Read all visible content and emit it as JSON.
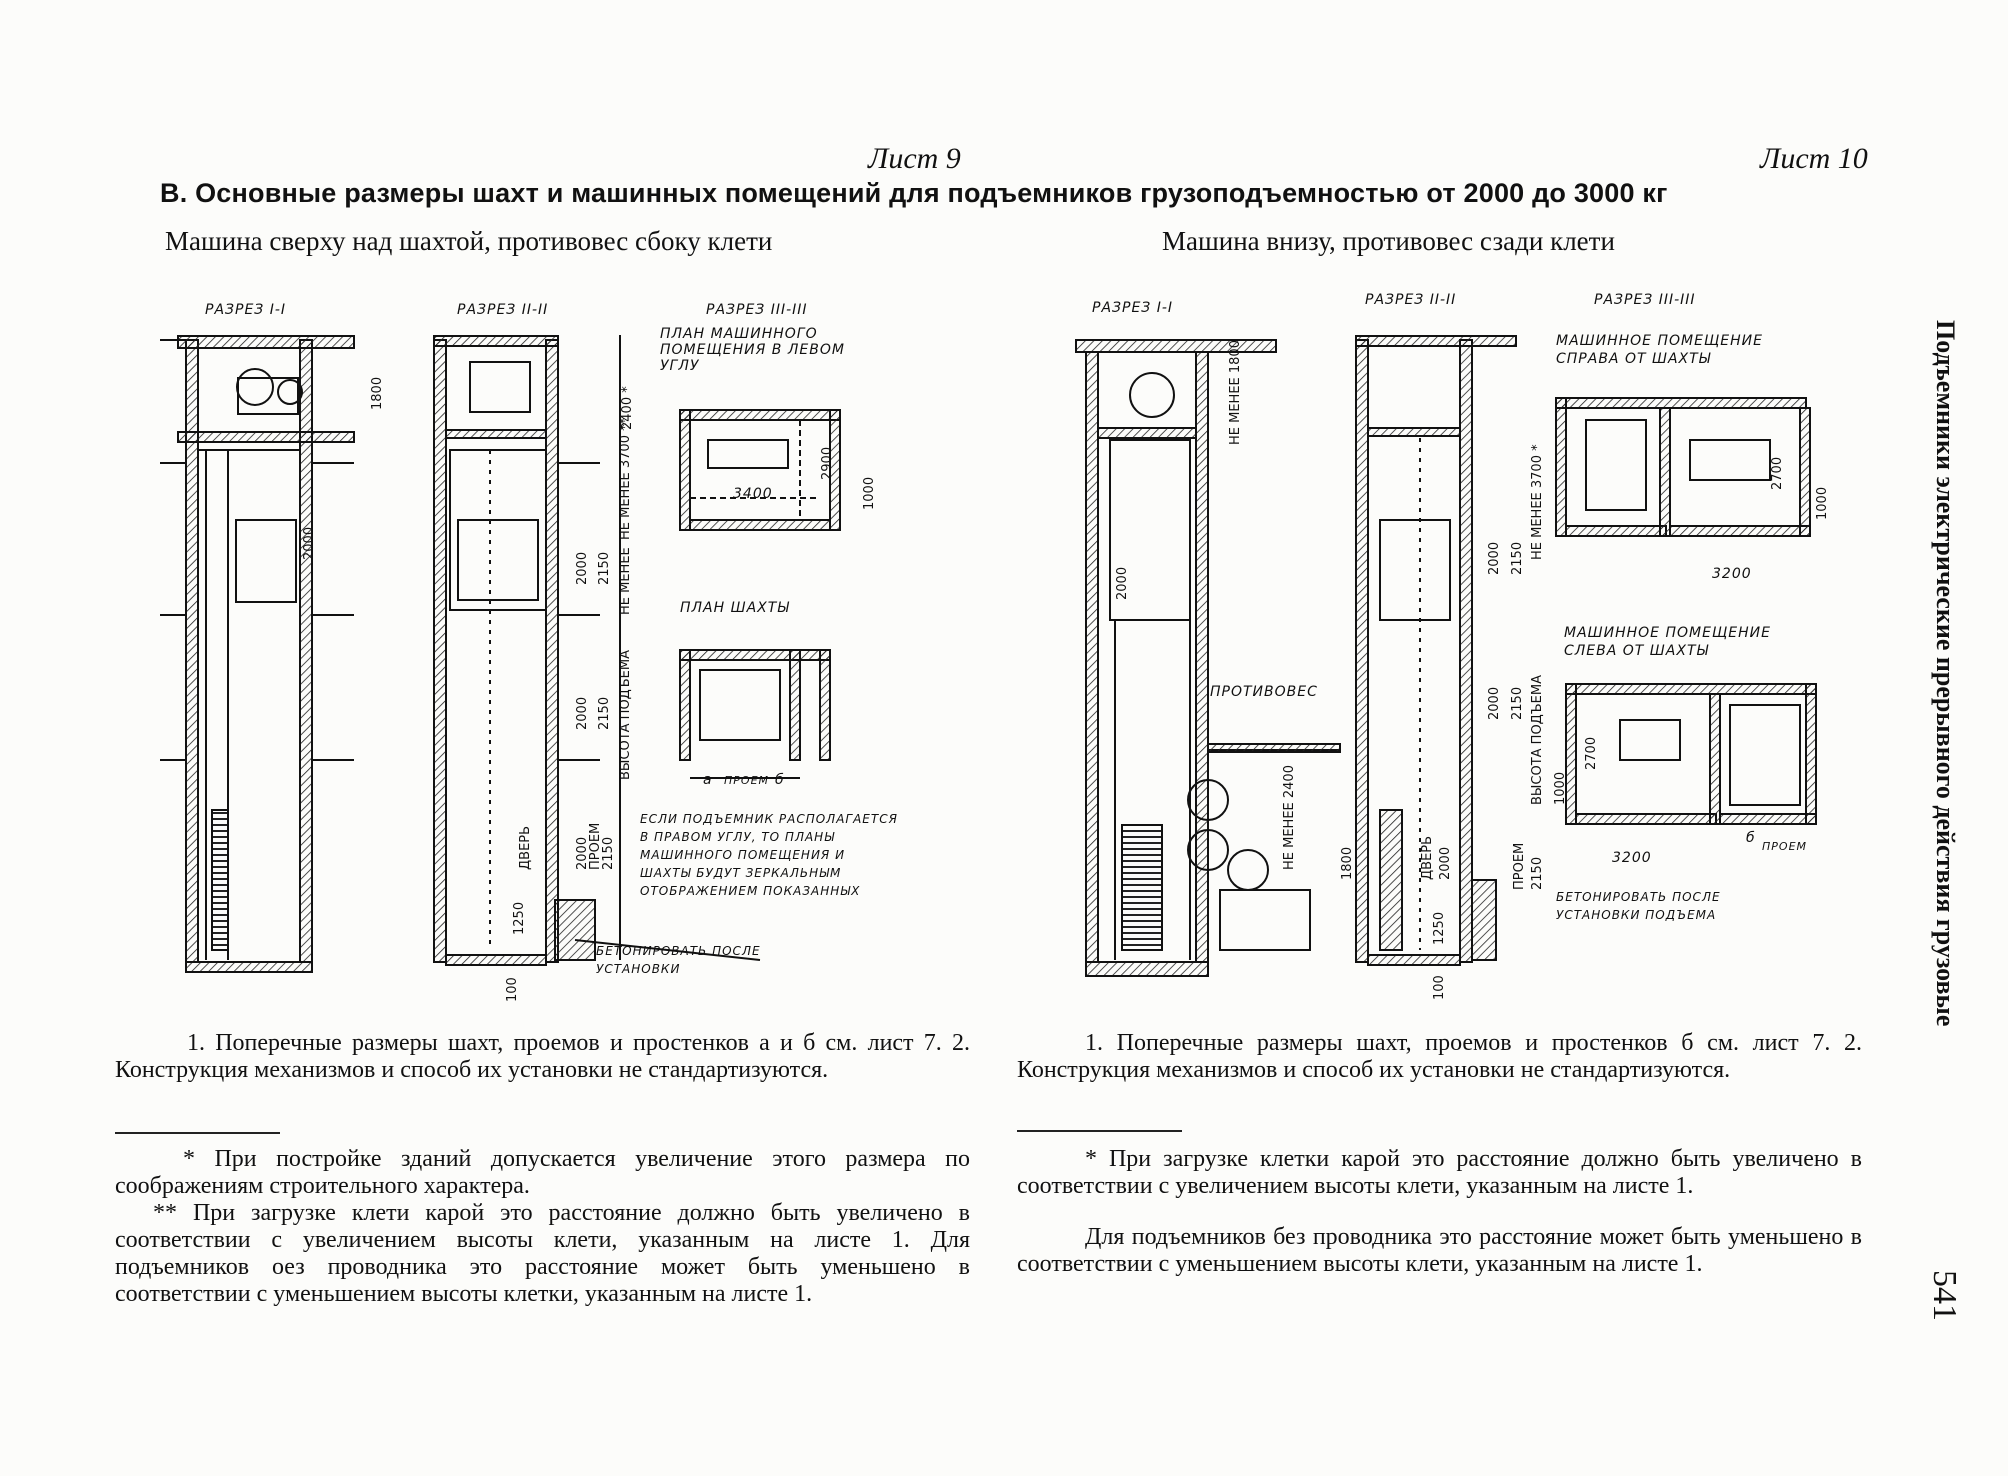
{
  "header": {
    "sheet_left": "Лист 9",
    "sheet_right": "Лист 10",
    "title": "В. Основные размеры шахт и машинных помещений для подъемников грузоподъемностью от 2000 до 3000 кг",
    "subtitle_left": "Машина сверху над шахтой, противовес сбоку клети",
    "subtitle_right": "Машина внизу, противовес сзади клети"
  },
  "side_title": "Подъемники электрические прерывного действия грузовые",
  "page_number": "541",
  "left_drawing": {
    "section_1": "РАЗРЕЗ I-I",
    "section_2": "РАЗРЕЗ II-II",
    "section_3": "РАЗРЕЗ III-III",
    "machine_plan_note": "ПЛАН МАШИННОГО ПОМЕЩЕНИЯ В ЛЕВОМ УГЛУ",
    "shaft_plan": "ПЛАН ШАХТЫ",
    "mirror_note": "ЕСЛИ ПОДЪЕМНИК РАСПОЛАГАЕТСЯ В ПРАВОМ УГЛУ, ТО ПЛАНЫ МАШИННОГО ПОМЕЩЕНИЯ И ШАХТЫ БУДУТ ЗЕРКАЛЬНЫМ ОТОБРАЖЕНИЕМ ПОКАЗАННЫХ",
    "concrete_note": "БЕТОНИРОВАТЬ ПОСЛЕ УСТАНОВКИ",
    "dims": {
      "d1800": "1800",
      "d2400": "2400 *",
      "d2000a": "2000",
      "min3700": "НЕ МЕНЕЕ 3700 **",
      "d2000b": "2000",
      "d2150a": "2150",
      "min_b": "НЕ МЕНЕЕ",
      "d2000c": "2000",
      "d2150b": "2150",
      "lift_height": "ВЫСОТА ПОДЪЕМА",
      "door": "ДВЕРЬ",
      "d2000d": "2000",
      "opening": "ПРОЕМ",
      "d2150c": "2150",
      "d1250": "1250",
      "d100": "100",
      "d3400": "3400",
      "d2900": "2900",
      "d1000": "1000",
      "a": "а",
      "b": "б",
      "opening_plan": "ПРОЕМ"
    }
  },
  "right_drawing": {
    "section_1": "РАЗРЕЗ I-I",
    "section_2": "РАЗРЕЗ II-II",
    "section_3": "РАЗРЕЗ III-III",
    "machine_right": "МАШИННОЕ ПОМЕЩЕНИЕ СПРАВА ОТ ШАХТЫ",
    "machine_left": "МАШИННОЕ ПОМЕЩЕНИЕ СЛЕВА ОТ ШАХТЫ",
    "counterweight": "ПРОТИВОВЕС",
    "concrete_note": "БЕТОНИРОВАТЬ ПОСЛЕ УСТАНОВКИ ПОДЪЕМА",
    "dims": {
      "min1800": "НЕ МЕНЕЕ 1800",
      "d2000a": "2000",
      "d2000b": "2000",
      "d2150a": "2150",
      "min3700": "НЕ МЕНЕЕ 3700 *",
      "d2000c": "2000",
      "d2150b": "2150",
      "lift_height": "ВЫСОТА ПОДЪЕМА",
      "d1000": "1000",
      "min2400": "НЕ МЕНЕЕ 2400",
      "d1800": "1800",
      "door": "ДВЕРЬ",
      "d2000d": "2000",
      "opening": "ПРОЕМ",
      "d2150c": "2150",
      "d1250": "1250",
      "d100": "100",
      "d2700a": "2700",
      "d1000b": "1000",
      "d3200a": "3200",
      "d2700b": "2700",
      "d3200b": "3200",
      "b": "б",
      "opening_plan": "ПРОЕМ"
    }
  },
  "notes_left": {
    "main": "1. Поперечные размеры шахт, проемов и простенков а и б см. лист 7. 2. Конструкция механизмов и способ их установки не стандартизуются.",
    "fn1": "* При постройке зданий допускается увеличение этого размера по соображениям строительного характера.",
    "fn2": "** При загрузке клети карой это расстояние должно быть увеличено в соответствии с увеличением высоты клети, указанным на листе 1. Для подъемников оез проводника это расстояние может быть уменьшено в соответствии с уменьшением высоты клетки, указанным на листе 1."
  },
  "notes_right": {
    "main": "1. Поперечные размеры шахт, проемов и простенков б см. лист 7. 2. Конструкция механизмов и способ их установки не стандартизуются.",
    "fn1": "* При загрузке клетки карой это расстояние должно быть увеличено в соответствии с увеличением высоты клети, указанным на листе 1.",
    "fn2": "Для подъемников без проводника это расстояние может быть уменьшено в соответствии с уменьшением высоты клети, указанным на листе 1."
  }
}
